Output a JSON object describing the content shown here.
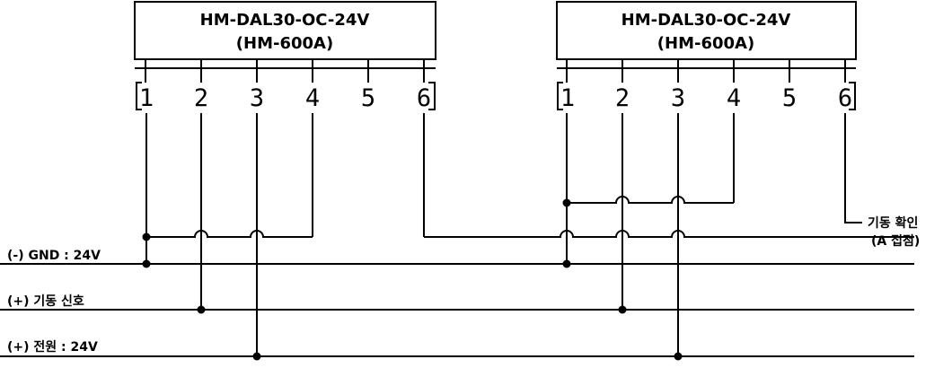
{
  "modules": [
    {
      "title": "HM-DAL30-OC-24V",
      "subtitle": "(HM-600A)",
      "terminals": [
        "1",
        "2",
        "3",
        "4",
        "5",
        "6"
      ]
    },
    {
      "title": "HM-DAL30-OC-24V",
      "subtitle": "(HM-600A)",
      "terminals": [
        "1",
        "2",
        "3",
        "4",
        "5",
        "6"
      ]
    }
  ],
  "buses": [
    {
      "label": "(-) GND : 24V"
    },
    {
      "label": "(+) 기동 신호"
    },
    {
      "label": "(+) 전원 : 24V"
    }
  ],
  "run_confirm": {
    "line1": "기동 확인",
    "line2": "(A 접점)"
  }
}
